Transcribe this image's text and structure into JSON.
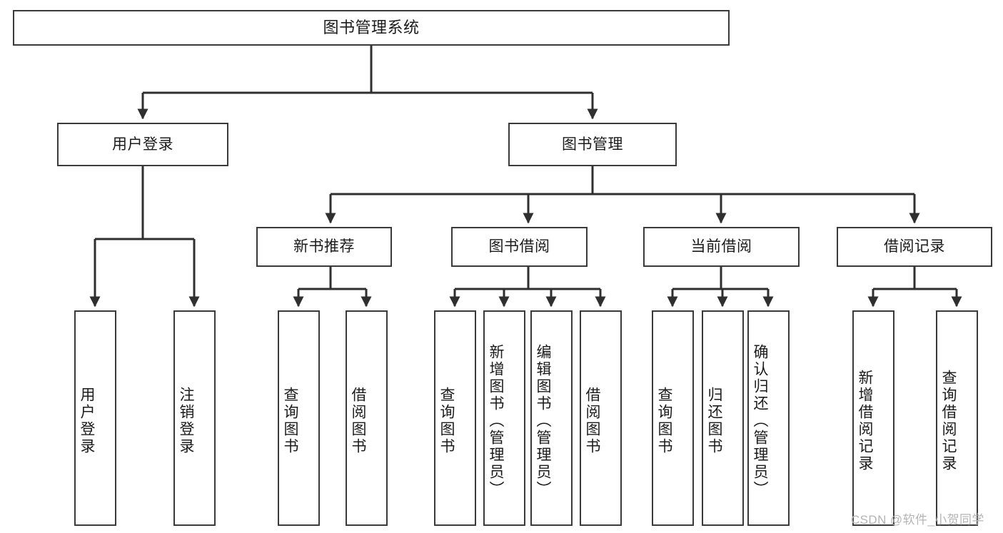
{
  "diagram": {
    "title": "图书管理系统",
    "type": "tree-hierarchy-chart",
    "colors": {
      "box_border": "#3a3a3a",
      "box_fill": "#ffffff",
      "edge": "#2f2f2f",
      "text": "#1b1b1b",
      "watermark": "#b4b4b4"
    }
  },
  "root": {
    "label": "图书管理系统"
  },
  "level1": [
    {
      "label": "用户登录"
    },
    {
      "label": "图书管理"
    }
  ],
  "level2": [
    {
      "label": "新书推荐"
    },
    {
      "label": "图书借阅"
    },
    {
      "label": "当前借阅"
    },
    {
      "label": "借阅记录"
    }
  ],
  "leaves": {
    "user_login": [
      {
        "label": "用户登录"
      },
      {
        "label": "注销登录"
      }
    ],
    "new_book_recommend": [
      {
        "label": "查询图书"
      },
      {
        "label": "借阅图书"
      }
    ],
    "book_borrow": [
      {
        "label": "查询图书"
      },
      {
        "label": "新增图书（管理员）"
      },
      {
        "label": "编辑图书（管理员）"
      },
      {
        "label": "借阅图书"
      }
    ],
    "current_borrow": [
      {
        "label": "查询图书"
      },
      {
        "label": "归还图书"
      },
      {
        "label": "确认归还（管理员）"
      }
    ],
    "borrow_record": [
      {
        "label": "新增借阅记录"
      },
      {
        "label": "查询借阅记录"
      }
    ]
  },
  "watermark": {
    "text": "CSDN @软件_小贺同学"
  }
}
